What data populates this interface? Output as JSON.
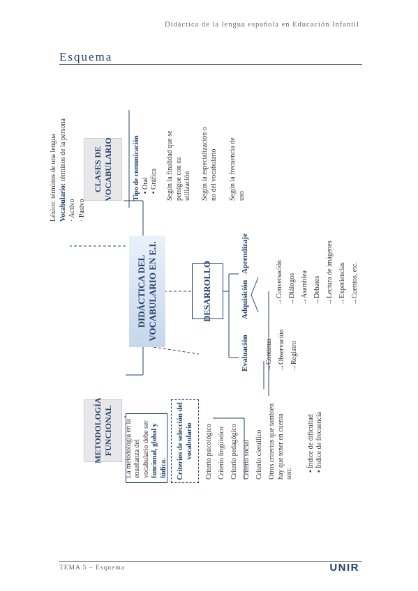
{
  "header": {
    "running_title": "Didáctica de la lengua española en Educación Infantil",
    "page_title": "Esquema"
  },
  "diagram": {
    "main": "DIDÁCTICA DEL VOCABULARIO EN E.I.",
    "lexicon": {
      "line1": "Léxico: términos de una lengua",
      "vocab_label": "Vocabulario:",
      "vocab_text": " términos de la persona",
      "item1": "· Activo",
      "item2": "· Pasivo"
    },
    "clases": {
      "title": "CLASES DE VOCABULARIO",
      "items": [
        {
          "label": "Tipo de comunicación",
          "subs": [
            "Oral",
            "Gráfica"
          ]
        },
        {
          "label": "Según la finalidad que se persigue con su utilización",
          "subs": []
        },
        {
          "label": "Según la especialización o no del vocabulario",
          "subs": []
        },
        {
          "label": "Según la frecuencia de uso",
          "subs": []
        }
      ]
    },
    "metodologia": {
      "title": "METODOLOGÍA FUNCIONAL",
      "quote_pre": "La metodología en la enseñanza del vocabulario debe ser ",
      "quote_bold": "funcional, global y lúdica.",
      "criterios_title": "Criterios de selección del vocabulario",
      "items": [
        "Criterio psicológico",
        "Criterio lingüístico",
        "Criterio pedagógico",
        "Criterio social",
        "Criterio científico",
        "Otros criterios que también hay que tener en cuenta son:"
      ],
      "extra": [
        "Índice de dificultad",
        "Índice de frecuencia"
      ]
    },
    "desarrollo": {
      "title": "DESARROLLO",
      "evaluacion": "Evaluación",
      "eval_items": [
        "Continua",
        "Observación",
        "Registro"
      ],
      "adquisicion": "Adquisición",
      "aprendizaje": "Aprendizaje",
      "aprend_items": [
        "Conversación",
        "Diálogos",
        "Asamblea",
        "Debates",
        "Lectura de imágenes",
        "Experiencias",
        "Cuentos, etc."
      ]
    }
  },
  "footer": {
    "text": "TEMA 5 – Esquema",
    "logo": "UNIR"
  }
}
